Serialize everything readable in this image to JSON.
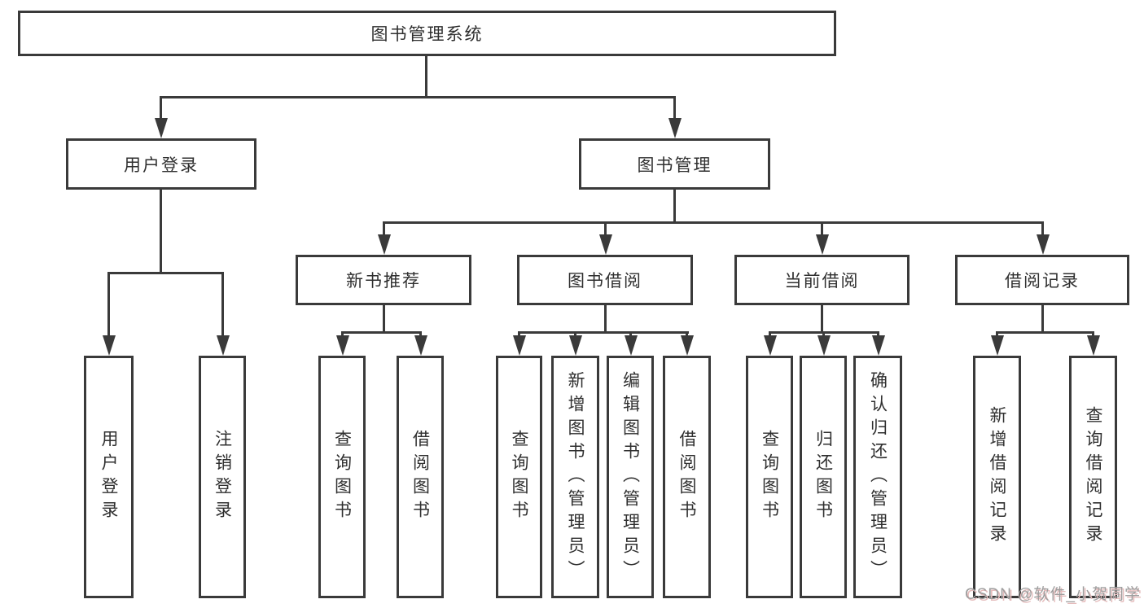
{
  "tree": {
    "root": "图书管理系统",
    "children": [
      {
        "label": "用户登录",
        "children": [
          "用户登录",
          "注销登录"
        ]
      },
      {
        "label": "图书管理",
        "children": [
          {
            "label": "新书推荐",
            "children": [
              "查询图书",
              "借阅图书"
            ]
          },
          {
            "label": "图书借阅",
            "children": [
              "查询图书",
              "新增图书（管理员）",
              "编辑图书（管理员）",
              "借阅图书"
            ]
          },
          {
            "label": "当前借阅",
            "children": [
              "查询图书",
              "归还图书",
              "确认归还（管理员）"
            ]
          },
          {
            "label": "借阅记录",
            "children": [
              "新增借阅记录",
              "查询借阅记录"
            ]
          }
        ]
      }
    ]
  },
  "watermark": {
    "text": "CSDN @软件_小贺同学"
  },
  "colors": {
    "line": "#3a3a3a",
    "text": "#2f2f2f",
    "background": "#ffffff",
    "watermark_gray": "#9e9e9e",
    "watermark_red": "#e5bcbc"
  }
}
